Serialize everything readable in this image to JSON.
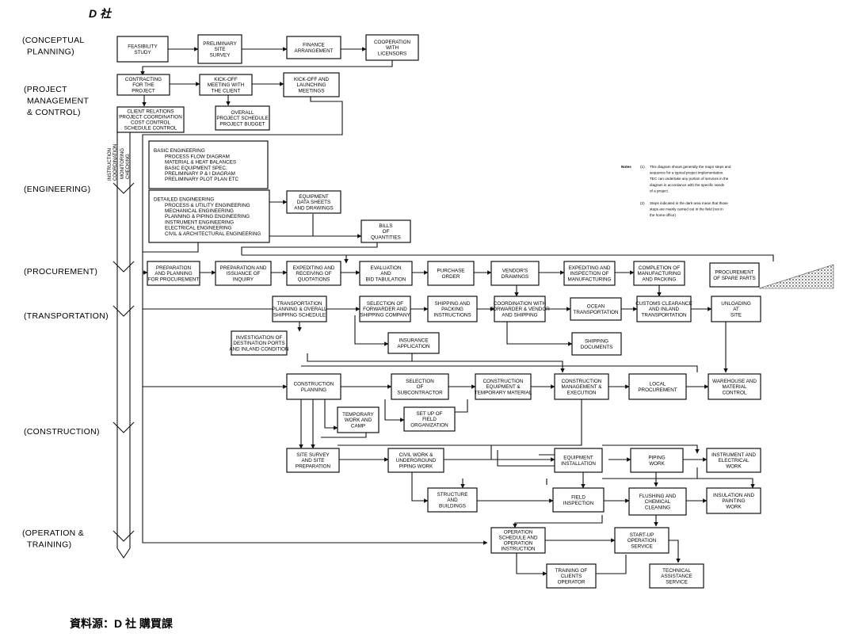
{
  "header": {
    "company": "D 社"
  },
  "footer": {
    "source": "資料源：D 社 購買課"
  },
  "phases": [
    {
      "lines": [
        "(CONCEPTUAL",
        "PLANNING)"
      ]
    },
    {
      "lines": [
        "(PROJECT",
        "MANAGEMENT",
        "& CONTROL)"
      ]
    },
    {
      "lines": [
        "(ENGINEERING)"
      ]
    },
    {
      "lines": [
        "(PROCUREMENT)"
      ]
    },
    {
      "lines": [
        "(TRANSPORTATION)"
      ]
    },
    {
      "lines": [
        "(CONSTRUCTION)"
      ]
    },
    {
      "lines": [
        "(OPERATION &",
        "TRAINING)"
      ]
    }
  ],
  "vertical_labels": [
    {
      "lines": [
        "INSTRUCTION",
        "COORDINATION"
      ]
    },
    {
      "lines": [
        "MONITORING",
        "CHECKING"
      ]
    }
  ],
  "notes": {
    "title": "Notes",
    "items": [
      {
        "num": "(1)",
        "lines": [
          "This diagram shows generally the major steps and",
          "sequence for a typical project implementation.",
          "TEC can undertake any portion of services in the",
          "diagram in accordance with the specific needs",
          "of a project."
        ]
      },
      {
        "num": "(2)",
        "lines": [
          "Steps indicated in the dark area mean that those",
          "steps are mainly carried out in the field (not in",
          "the home office)"
        ]
      }
    ]
  },
  "boxes": [
    {
      "id": "feasibility",
      "lines": [
        "FEASIBILITY",
        "STUDY"
      ]
    },
    {
      "id": "prelim_site",
      "lines": [
        "PRELIMINARY",
        "SITE",
        "SURVEY"
      ]
    },
    {
      "id": "finance",
      "lines": [
        "FINANCE",
        "ARRANGEMENT"
      ]
    },
    {
      "id": "cooperation",
      "lines": [
        "COOPERATION",
        "WITH",
        "LICENSORS"
      ]
    },
    {
      "id": "contracting",
      "lines": [
        "CONTRACTING",
        "FOR THE",
        "PROJECT"
      ]
    },
    {
      "id": "kickoff_client",
      "lines": [
        "KICK-OFF",
        "MEETING WITH",
        "THE CLIENT"
      ]
    },
    {
      "id": "kickoff_launch",
      "lines": [
        "KICK-OFF AND",
        "LAUNCHING",
        "MEETINGS"
      ]
    },
    {
      "id": "client_relations",
      "lines": [
        "CLIENT RELATIONS",
        "PROJECT COORDINATION",
        "COST CONTROL",
        "SCHEDULE CONTROL"
      ]
    },
    {
      "id": "overall",
      "lines": [
        "OVERALL",
        "PROJECT SCHEDULE",
        "PROJECT BUDGET"
      ]
    },
    {
      "id": "basic_eng",
      "lines": [
        "BASIC ENGINEERING",
        "PROCESS FLOW DIAGRAM",
        "MATERIAL & HEAT BALANCES",
        "BASIC EQUIPMENT SPEC.",
        "PRELIMINARY P & I DIAGRAM",
        "PRELIMINARY PLOT PLAN   ETC"
      ]
    },
    {
      "id": "detailed_eng",
      "lines": [
        "DETAILED ENGINEERING",
        "PROCESS & UTILITY ENGINEERING",
        "MECHANICAL ENGINEERING",
        "PLANNING & PIPING ENGINEERING",
        "INSTRUMENT ENGINEERING",
        "ELECTRICAL ENGINEERING",
        "CIVIL & ARCHITECTURAL  ENGINEERING"
      ]
    },
    {
      "id": "equip_data",
      "lines": [
        "EQUIPMENT",
        "DATA SHEETS",
        "AND DRAWINGS"
      ]
    },
    {
      "id": "bills",
      "lines": [
        "BILLS",
        "OF",
        "QUANTITIES"
      ]
    },
    {
      "id": "prep_plan",
      "lines": [
        "PREPARATION",
        "AND PLANNING",
        "FOR PROCUREMENT"
      ]
    },
    {
      "id": "prep_inquiry",
      "lines": [
        "PREPARATION AND",
        "ISSUANCE OF",
        "INQUIRY"
      ]
    },
    {
      "id": "expediting_quot",
      "lines": [
        "EXPEDITING AND",
        "RECEIVING OF",
        "QUOTATIONS"
      ]
    },
    {
      "id": "evaluation",
      "lines": [
        "EVALUATION",
        "AND",
        "BID TABULATION"
      ]
    },
    {
      "id": "purchase_order",
      "lines": [
        "PURCHASE",
        "ORDER"
      ]
    },
    {
      "id": "vendors_drawings",
      "lines": [
        "VENDOR'S",
        "DRAWINGS"
      ]
    },
    {
      "id": "expediting_mfg",
      "lines": [
        "EXPEDITING AND",
        "INSPECTION OF",
        "MANUFACTURING"
      ]
    },
    {
      "id": "completion_mfg",
      "lines": [
        "COMPLETION OF",
        "MANUFACTURING",
        "AND PACKING"
      ]
    },
    {
      "id": "spare_parts",
      "lines": [
        "PROCUREMENT",
        "OF SPARE PARTS"
      ]
    },
    {
      "id": "transport_plan",
      "lines": [
        "TRANSPORTATION",
        "PLANNING & OVERALL",
        "SHIPPING SCHEDULE"
      ]
    },
    {
      "id": "selection_forwarder",
      "lines": [
        "SELECTION OF",
        "FORWARDER AND",
        "SHIPPING COMPANY"
      ]
    },
    {
      "id": "shipping_packing",
      "lines": [
        "SHIPPING AND",
        "PACKING",
        "INSTRUCTIONS"
      ]
    },
    {
      "id": "coordination",
      "lines": [
        "COORDINATION WITH",
        "FORWARDER & VENDOR",
        "AND SHIPPING"
      ]
    },
    {
      "id": "ocean",
      "lines": [
        "OCEAN",
        "TRANSPORTATION"
      ]
    },
    {
      "id": "customs",
      "lines": [
        "CUSTOMS CLEARANCE",
        "AND INLAND",
        "TRANSPORTATION"
      ]
    },
    {
      "id": "unloading",
      "lines": [
        "UNLOADING",
        "AT",
        "SITE"
      ]
    },
    {
      "id": "investigation",
      "lines": [
        "INVESTIGATION OF",
        "DESTINATION PORTS",
        "AND INLAND CONDITION"
      ]
    },
    {
      "id": "insurance",
      "lines": [
        "INSURANCE",
        "APPLICATION"
      ]
    },
    {
      "id": "shipping_docs",
      "lines": [
        "SHIPPING",
        "DOCUMENTS"
      ]
    },
    {
      "id": "construction_planning",
      "lines": [
        "CONSTRUCTION",
        "PLANNING"
      ]
    },
    {
      "id": "selection_sub",
      "lines": [
        "SELECTION",
        "OF",
        "SUBCONTRACTOR"
      ]
    },
    {
      "id": "construction_equip",
      "lines": [
        "CONSTRUCTION",
        "EQUIPMENT &",
        "TEMPORARY MATERIAL"
      ]
    },
    {
      "id": "construction_mgmt",
      "lines": [
        "CONSTRUCTION",
        "MANAGEMENT &",
        "EXECUTION"
      ]
    },
    {
      "id": "local_proc",
      "lines": [
        "LOCAL",
        "PROCUREMENT"
      ]
    },
    {
      "id": "warehouse",
      "lines": [
        "WAREHOUSE AND",
        "MATERIAL",
        "CONTROL"
      ]
    },
    {
      "id": "temp_work",
      "lines": [
        "TEMPORARY",
        "WORK AND",
        "CAMP"
      ]
    },
    {
      "id": "setup_field",
      "lines": [
        "SET UP OF",
        "FIELD",
        "ORGANIZATION"
      ]
    },
    {
      "id": "site_survey",
      "lines": [
        "SITE SURVEY",
        "AND SITE",
        "PREPARATION"
      ]
    },
    {
      "id": "civil_work",
      "lines": [
        "CIVIL WORK &",
        "UNDERGROUND",
        "PIPING WORK"
      ]
    },
    {
      "id": "equip_install",
      "lines": [
        "EQUIPMENT",
        "INSTALLATION"
      ]
    },
    {
      "id": "piping_work",
      "lines": [
        "PIPING",
        "WORK"
      ]
    },
    {
      "id": "instrument_elec",
      "lines": [
        "INSTRUMENT AND",
        "ELECTRICAL",
        "WORK"
      ]
    },
    {
      "id": "structure",
      "lines": [
        "STRUCTURE",
        "AND",
        "BUILDINGS"
      ]
    },
    {
      "id": "field_inspection",
      "lines": [
        "FIELD",
        "INSPECTION"
      ]
    },
    {
      "id": "flushing",
      "lines": [
        "FLUSHING AND",
        "CHEMICAL",
        "CLEANING"
      ]
    },
    {
      "id": "insulation",
      "lines": [
        "INSULATION AND",
        "PAINTING",
        "WORK"
      ]
    },
    {
      "id": "operation_schedule",
      "lines": [
        "OPERATION",
        "SCHEDULE AND",
        "OPERATION",
        "INSTRUCTION"
      ]
    },
    {
      "id": "startup",
      "lines": [
        "START-UP",
        "OPERATION",
        "SERVICE"
      ]
    },
    {
      "id": "training",
      "lines": [
        "TRAINING OF",
        "CLIENTS",
        "OPERATOR"
      ]
    },
    {
      "id": "technical",
      "lines": [
        "TECHNICAL",
        "ASSISTANCE",
        "SERVICE"
      ]
    }
  ]
}
